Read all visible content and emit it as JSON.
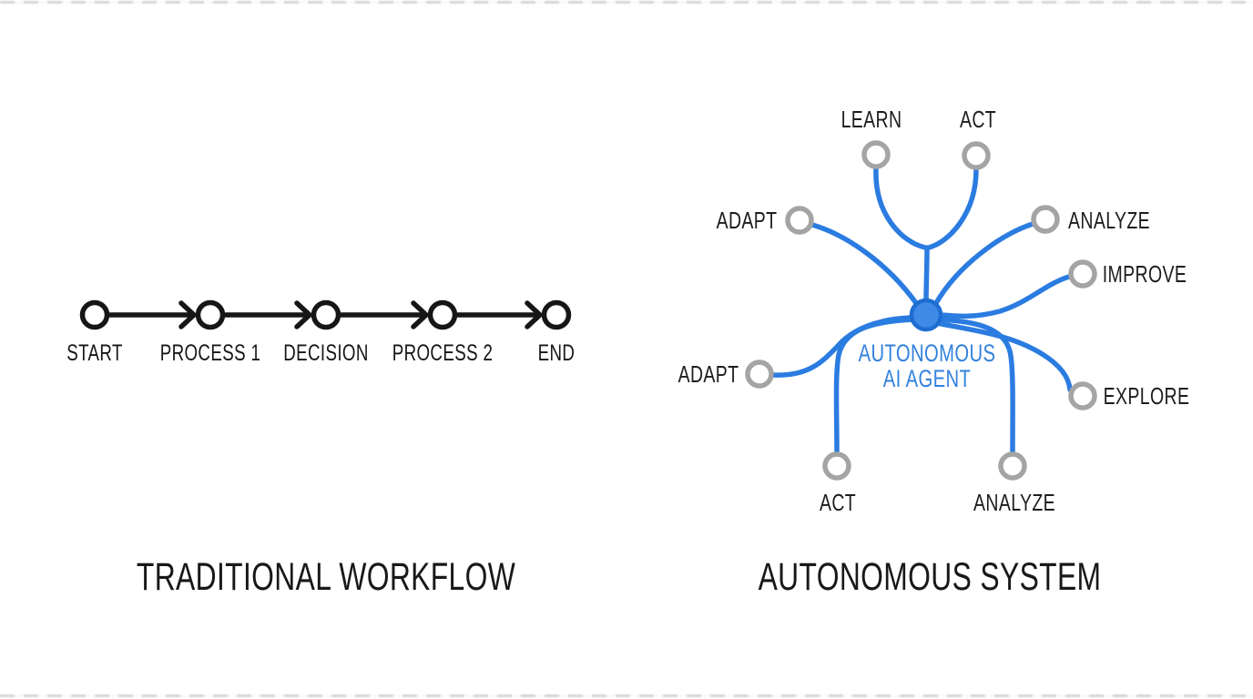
{
  "colors": {
    "ink": "#161616",
    "accent_blue": "#2b7ce1",
    "hub_fill": "#3f8ae6",
    "hub_stroke": "#1e6ed2",
    "node_gray": "#a4a4a4",
    "center_text_blue": "#3181dd"
  },
  "left_diagram": {
    "title": "TRADITIONAL WORKFLOW",
    "steps": [
      {
        "label": "START"
      },
      {
        "label": "PROCESS 1"
      },
      {
        "label": "DECISION"
      },
      {
        "label": "PROCESS 2"
      },
      {
        "label": "END"
      }
    ]
  },
  "right_diagram": {
    "title": "AUTONOMOUS SYSTEM",
    "center_label": {
      "line1": "AUTONOMOUS",
      "line2": "AI AGENT"
    },
    "nodes": [
      {
        "label": "LEARN",
        "position": "top-left"
      },
      {
        "label": "ACT",
        "position": "top-right"
      },
      {
        "label": "ADAPT",
        "position": "upper-left"
      },
      {
        "label": "ANALYZE",
        "position": "upper-right"
      },
      {
        "label": "IMPROVE",
        "position": "right"
      },
      {
        "label": "ADAPT",
        "position": "lower-left"
      },
      {
        "label": "EXPLORE",
        "position": "lower-right"
      },
      {
        "label": "ACT",
        "position": "bottom-left"
      },
      {
        "label": "ANALYZE",
        "position": "bottom-right"
      }
    ]
  }
}
